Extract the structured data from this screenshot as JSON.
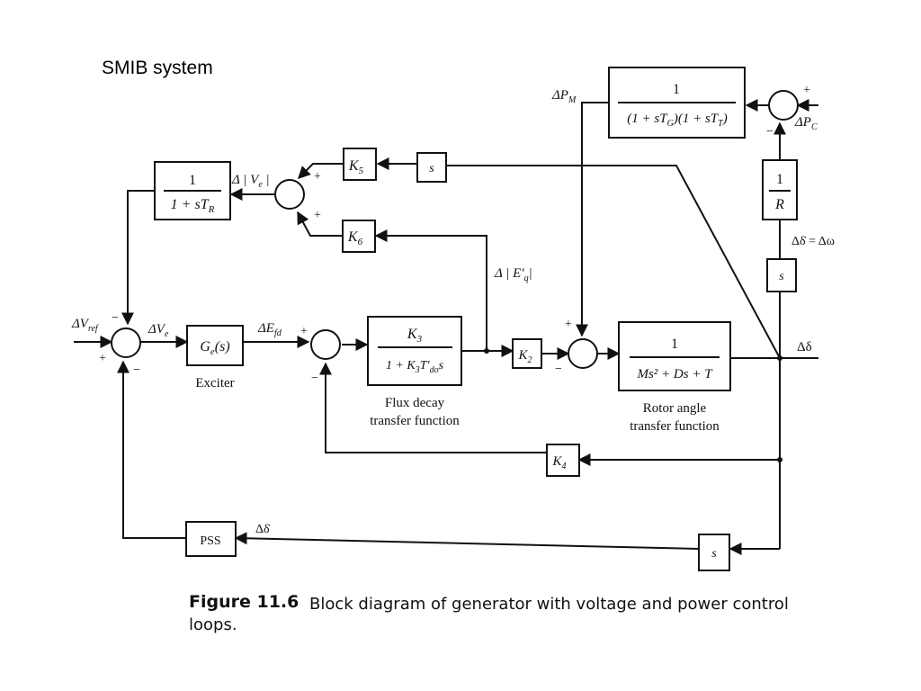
{
  "slide_title": "SMIB system",
  "caption": {
    "label": "Figure 11.6",
    "text": "Block diagram of generator with voltage and power control",
    "text_wrap": "loops."
  },
  "blocks": {
    "gov_num": "1",
    "gov_den": "(1 + sT",
    "gov_den_sub1": "G",
    "gov_den_mid": ")(1 + sT",
    "gov_den_sub2": "T",
    "gov_den_end": ")",
    "tr_num": "1",
    "tr_den": "1 + sT",
    "tr_den_sub": "R",
    "k5": "K",
    "k5_sub": "5",
    "k6": "K",
    "k6_sub": "6",
    "s_top": "s",
    "exciter": "G",
    "exciter_sub": "e",
    "exciter_arg": "(s)",
    "exciter_label": "Exciter",
    "flux_num": "K",
    "flux_num_sub": "3",
    "flux_den": "1 + K",
    "flux_den_sub": "3",
    "flux_den_t": "T′",
    "flux_den_t_sub": "do",
    "flux_den_s": "s",
    "flux_label_1": "Flux decay",
    "flux_label_2": "transfer function",
    "k2": "K",
    "k2_sub": "2",
    "rotor_num": "1",
    "rotor_den": "Ms² + Ds + T",
    "rotor_label_1": "Rotor angle",
    "rotor_label_2": "transfer function",
    "r_num": "1",
    "r_den": "R",
    "s_right": "s",
    "k4": "K",
    "k4_sub": "4",
    "pss": "PSS",
    "s_bottom": "s"
  },
  "signals": {
    "dvref": "ΔV",
    "dvref_sub": "ref",
    "dve": "ΔV",
    "dve_sub": "e",
    "defd": "ΔE",
    "defd_sub": "fd",
    "dvt": "Δ | V",
    "dvt_sub": "e",
    "dvt_end": " |",
    "deq": "Δ | E′",
    "deq_sub": "q",
    "deq_end": "|",
    "dpm": "ΔP",
    "dpm_sub": "M",
    "dpc": "ΔP",
    "dpc_sub": "C",
    "dw": "Δδ̇ = Δω",
    "ddelta": "Δδ",
    "ddelta_dot": "Δδ̇"
  },
  "signs": {
    "plus": "+",
    "minus": "−"
  }
}
